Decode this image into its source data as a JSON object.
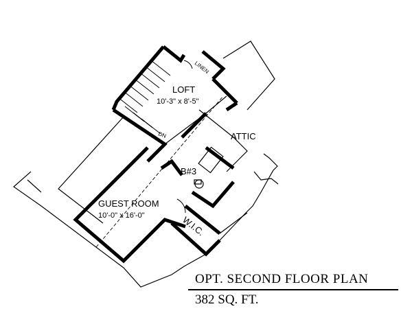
{
  "rooms": {
    "loft": {
      "name": "LOFT",
      "dims": "10'-3\" x 8'-5\""
    },
    "guest": {
      "name": "GUEST ROOM",
      "dims": "10'-0\" x 16'-0\""
    },
    "attic": "ATTIC",
    "bath": "B#3",
    "closet": "W.I.C.",
    "linen": "LINEN",
    "stair": "DN"
  },
  "plan": {
    "title": "OPT. SECOND FLOOR PLAN",
    "area": "382 SQ. FT."
  },
  "colors": {
    "ink": "#000000",
    "paper": "#ffffff"
  }
}
